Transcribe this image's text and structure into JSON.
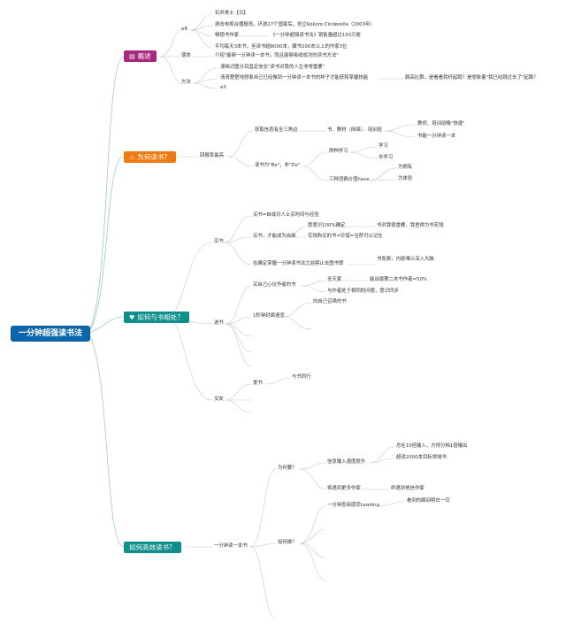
{
  "root": "一分钟超强读书法",
  "branches": {
    "overview": {
      "label": "概述",
      "icon": "book-icon",
      "er": "eR",
      "author_lines": [
        "石井贵士【日】",
        "游击电视台播报员，环游27个国家后，创立Kokoro Cinderella（2003年）",
        "畅销书作家",
        "《一分钟超强读书法》销售量超过150万册",
        "平均每天3本书，至读书超8000本，藏书200本以上的作家3位"
      ],
      "mission": "使命",
      "mission_text": "介绍\"能够一分钟读一本书，而且能够吸收成功的读书方法\"",
      "method": "方法",
      "method_lines": [
        "漫画识图分目直定信念\"读书对我的人生非常重要\"",
        "清清楚楚地想象自己已经做到一分钟读一本书的样子才能获和掌握技能",
        "eX"
      ],
      "method_extra": "颇高比赛，是看看我杆起跑？是想象着\"我已经跳过去了\"起跳？"
    },
    "why": {
      "label": "为何读书？",
      "icon": "flame-icon",
      "sub": "回报率最高",
      "info": "获取信息有全三角边",
      "info_child": "书、教材（网络）、培训班",
      "info_leaves": [
        "教师、培训班略\"快速\"",
        "书能一分钟读一本"
      ],
      "be_do": "读书为\"Be\"，非\"Do\"",
      "two_learn": "两种学习",
      "learn_leaves": [
        "学习",
        "去学习"
      ],
      "three_value": "三种消费价值have",
      "value_leaves": [
        "为拥有",
        "为体验"
      ]
    },
    "meet": {
      "label": "如何与书相处？",
      "icon": "heart-icon",
      "buy": "买书",
      "buy_items": [
        "买书=自成功人士买时间与经验",
        "买书，才能成为自商",
        "在确定掌握一分钟读书法之前禁止去图书馆"
      ],
      "buy_sub": [
        "愿意识100%确定",
        "花钱购买的书=珍惜=当然可以记住"
      ],
      "buy_sub_leaf": "书对我很重要，我舍得为书花钱",
      "library_leaf": "书免费，内容难以深入大脑",
      "select": "选书",
      "select_items": [
        "买自己心仪作者的书",
        "1秒钟封面速览"
      ],
      "select_sub": [
        "全天家",
        "与作者处于相同的问题，意识同步"
      ],
      "select_sub_leaf": "能出版第二本书作者=50%",
      "cover_leaf": "向自己召唤的书",
      "love": "交友",
      "love_item": "爱书",
      "love_leaf": "与书同行"
    },
    "how": {
      "label": "如何高效读书？",
      "sub": "一分钟读一本书",
      "why_q": "为何要？",
      "input": "信息输入速度提升",
      "input_leaves": [
        "总在10倍输入，方得分档1倍输出",
        "超读2000本目标领域书"
      ],
      "author": "将遇到更多作家",
      "author_leaf": "终遇到他信作家",
      "how_q": "如何做？",
      "leading": "一分钟查阅感受Leading",
      "leading_leaf": "看到的瞬间明白一切"
    }
  }
}
